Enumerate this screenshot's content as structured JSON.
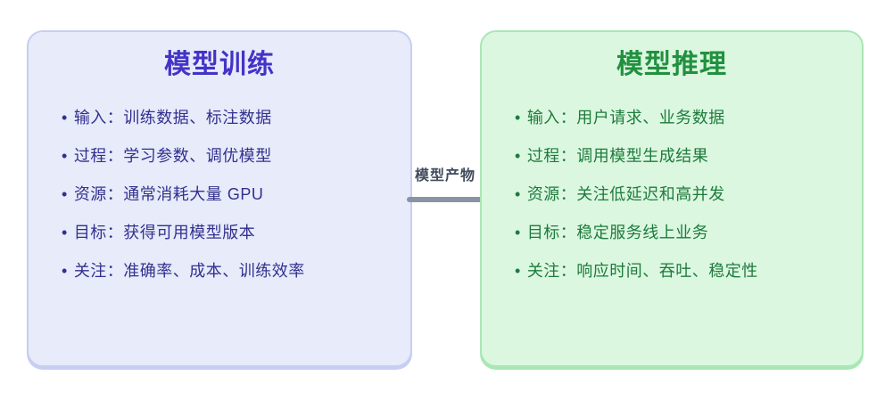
{
  "cards": [
    {
      "id": "model-training",
      "title": "模型训练",
      "items": [
        "输入：训练数据、标注数据",
        "过程：学习参数、调优模型",
        "资源：通常消耗大量 GPU",
        "目标：获得可用模型版本",
        "关注：准确率、成本、训练效率"
      ]
    },
    {
      "id": "model-inference",
      "title": "模型推理",
      "items": [
        "输入：用户请求、业务数据",
        "过程：调用模型生成结果",
        "资源：关注低延迟和高并发",
        "目标：稳定服务线上业务",
        "关注：响应时间、吞吐、稳定性"
      ]
    }
  ],
  "connector": {
    "label": "模型产物"
  },
  "bullet_char": "•",
  "theme": {
    "page_bg": "#ffffff",
    "left_bg": "#e7ebfa",
    "left_border": "#c6cef2",
    "left_title": "#4433c8",
    "left_text": "#33308f",
    "right_bg": "#dbf7e0",
    "right_border": "#a9e7b5",
    "right_title": "#21913f",
    "right_text": "#1e7b3c",
    "line_color": "#8893a6",
    "line_label": "#414b5c"
  }
}
